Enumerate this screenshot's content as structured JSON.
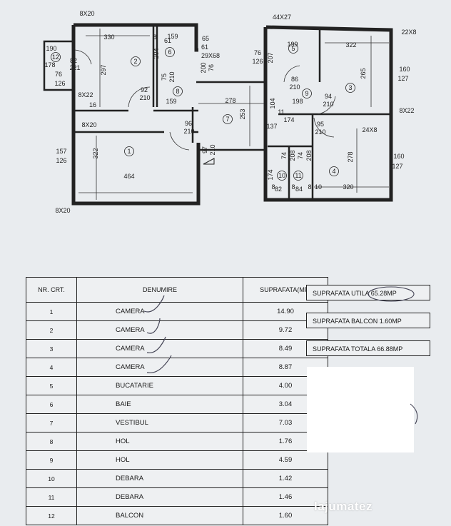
{
  "plan": {
    "rooms": [
      {
        "number": "1",
        "dims": [
          "322",
          "464"
        ]
      },
      {
        "number": "2",
        "dims": [
          "297",
          "330"
        ]
      },
      {
        "number": "3",
        "dims": [
          "265",
          "322"
        ]
      },
      {
        "number": "4",
        "dims": [
          "278",
          "320"
        ]
      },
      {
        "number": "5",
        "dims": [
          "199",
          "207"
        ]
      },
      {
        "number": "6",
        "dims": [
          "159",
          "204"
        ]
      },
      {
        "number": "7",
        "dims": [
          "278",
          "253"
        ]
      },
      {
        "number": "8",
        "dims": [
          "159"
        ]
      },
      {
        "number": "9",
        "dims": [
          "198"
        ]
      },
      {
        "number": "10",
        "dims": [
          "174",
          "82"
        ]
      },
      {
        "number": "11",
        "dims": [
          "84"
        ]
      },
      {
        "number": "12",
        "dims": [
          "82",
          "221"
        ]
      }
    ],
    "openings": [
      {
        "top": "8X20"
      },
      {
        "top": "44X27"
      },
      {
        "top": "22X8"
      },
      {
        "top": "8X22"
      },
      {
        "top": "8X22"
      },
      {
        "top": "8X20"
      },
      {
        "top": "24X8"
      },
      {
        "top": "8X20"
      },
      {
        "top": "29X68"
      }
    ],
    "windows": [
      {
        "top": "160",
        "bottom": "127"
      },
      {
        "top": "160",
        "bottom": "127"
      },
      {
        "top": "157",
        "bottom": "126"
      },
      {
        "top": "76",
        "bottom": "126"
      },
      {
        "top": "76",
        "bottom": "126"
      },
      {
        "top": "190",
        "bottom": "178"
      }
    ],
    "doors": [
      {
        "top": "92",
        "bottom": "210"
      },
      {
        "top": "96",
        "bottom": "210"
      },
      {
        "top": "97",
        "bottom": "210"
      },
      {
        "top": "94",
        "bottom": "210"
      },
      {
        "top": "95",
        "bottom": "210"
      },
      {
        "top": "86",
        "bottom": "210"
      },
      {
        "top": "75",
        "bottom": "210"
      },
      {
        "top": "200",
        "bottom": "76"
      },
      {
        "top": "74",
        "bottom": "208"
      },
      {
        "top": "74",
        "bottom": "208"
      },
      {
        "top": "65",
        "bottom": "61"
      }
    ],
    "misc": [
      "16",
      "8",
      "104",
      "61",
      "137",
      "174",
      "8",
      "8",
      "8",
      "10",
      "11"
    ]
  },
  "table": {
    "headers": [
      "NR. CRT.",
      "DENUMIRE",
      "SUPRAFATA(MP)"
    ],
    "rows": [
      {
        "nr": "1",
        "name": "CAMERA",
        "area": "14.90"
      },
      {
        "nr": "2",
        "name": "CAMERA",
        "area": "9.72"
      },
      {
        "nr": "3",
        "name": "CAMERA",
        "area": "8.49"
      },
      {
        "nr": "4",
        "name": "CAMERA",
        "area": "8.87"
      },
      {
        "nr": "5",
        "name": "BUCATARIE",
        "area": "4.00"
      },
      {
        "nr": "6",
        "name": "BAIE",
        "area": "3.04"
      },
      {
        "nr": "7",
        "name": "VESTIBUL",
        "area": "7.03"
      },
      {
        "nr": "8",
        "name": "HOL",
        "area": "1.76"
      },
      {
        "nr": "9",
        "name": "HOL",
        "area": "4.59"
      },
      {
        "nr": "10",
        "name": "DEBARA",
        "area": "1.42"
      },
      {
        "nr": "11",
        "name": "DEBARA",
        "area": "1.46"
      },
      {
        "nr": "12",
        "name": "BALCON",
        "area": "1.60"
      }
    ]
  },
  "summary": {
    "util": "SUPRAFATA UTILA 65.28MP",
    "balcon": "SUPRAFATA BALCON 1.60MP",
    "total": "SUPRAFATA TOTALA 66.88MP"
  },
  "watermark": "lajumatez"
}
